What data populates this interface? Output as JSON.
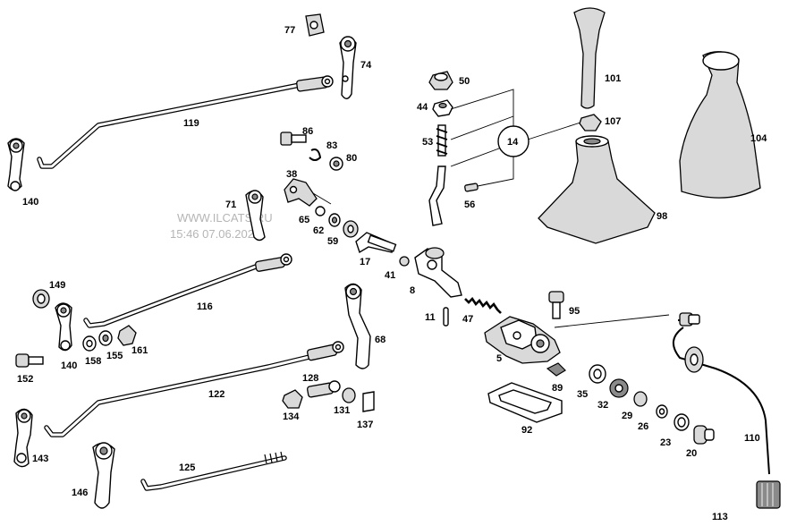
{
  "watermark": {
    "line1": "WWW.ILCATS.RU",
    "line2": "15:46 07.06.2025"
  },
  "labels": {
    "l5": "5",
    "l8": "8",
    "l11": "11",
    "l14": "14",
    "l17": "17",
    "l20": "20",
    "l23": "23",
    "l26": "26",
    "l29": "29",
    "l32": "32",
    "l35": "35",
    "l38": "38",
    "l41": "41",
    "l44": "44",
    "l47": "47",
    "l50": "50",
    "l53": "53",
    "l56": "56",
    "l59": "59",
    "l62": "62",
    "l65": "65",
    "l68": "68",
    "l71": "71",
    "l74": "74",
    "l77": "77",
    "l80": "80",
    "l83": "83",
    "l86": "86",
    "l89": "89",
    "l92": "92",
    "l95": "95",
    "l98": "98",
    "l101": "101",
    "l104": "104",
    "l107": "107",
    "l110": "110",
    "l113": "113",
    "l116": "116",
    "l119": "119",
    "l122": "122",
    "l125": "125",
    "l128": "128",
    "l131": "131",
    "l134": "134",
    "l137": "137",
    "l140a": "140",
    "l140b": "140",
    "l143": "143",
    "l146": "146",
    "l149": "149",
    "l152": "152",
    "l155": "155",
    "l158": "158",
    "l161": "161"
  }
}
